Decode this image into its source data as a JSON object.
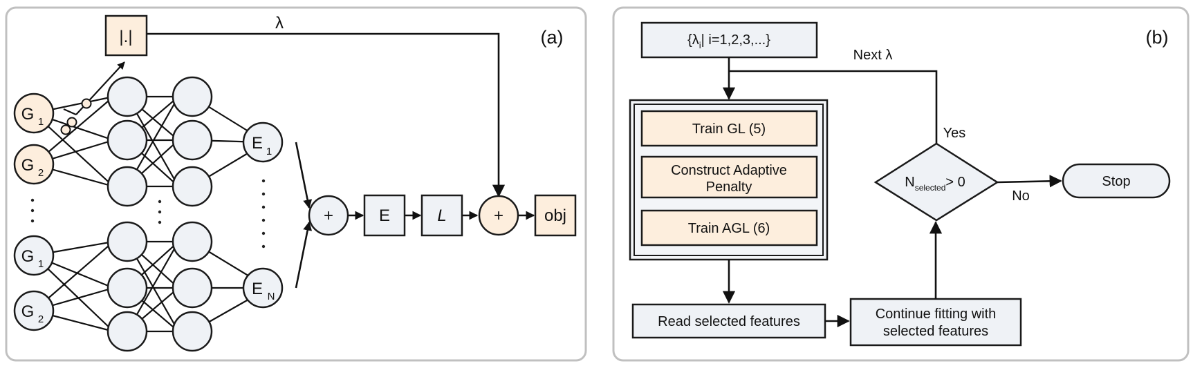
{
  "panel_a": {
    "tag": "(a)",
    "abs_box": "|.|",
    "lambda": "λ",
    "inputs": [
      {
        "main": "G",
        "sub": "1"
      },
      {
        "main": "G",
        "sub": "2"
      },
      {
        "main": "G",
        "sub": "1"
      },
      {
        "main": "G",
        "sub": "2"
      }
    ],
    "experts": [
      {
        "main": "E",
        "sub": "1"
      },
      {
        "main": "E",
        "sub": "N"
      }
    ],
    "plus1": "+",
    "e_box": "E",
    "l_box": "L",
    "plus2": "+",
    "obj_box": "obj"
  },
  "panel_b": {
    "tag": "(b)",
    "lambda_set_main": "{λ",
    "lambda_set_sub": "i",
    "lambda_set_rest": "| i=1,2,3,...}",
    "next_lambda": "Next λ",
    "train_gl": "Train GL (5)",
    "construct_line1": "Construct Adaptive",
    "construct_line2": "Penalty",
    "train_agl": "Train AGL (6)",
    "read_selected": "Read selected features",
    "continue_line1": "Continue fitting with",
    "continue_line2": "selected features",
    "decision_main": "N",
    "decision_sub": "selected",
    "decision_rest": "> 0",
    "yes": "Yes",
    "no": "No",
    "stop": "Stop"
  },
  "colors": {
    "node_fill": "#eff2f6",
    "peach_fill": "#fdeedd",
    "stroke": "#1a1a1a",
    "panel_border": "#c0c0c0"
  }
}
